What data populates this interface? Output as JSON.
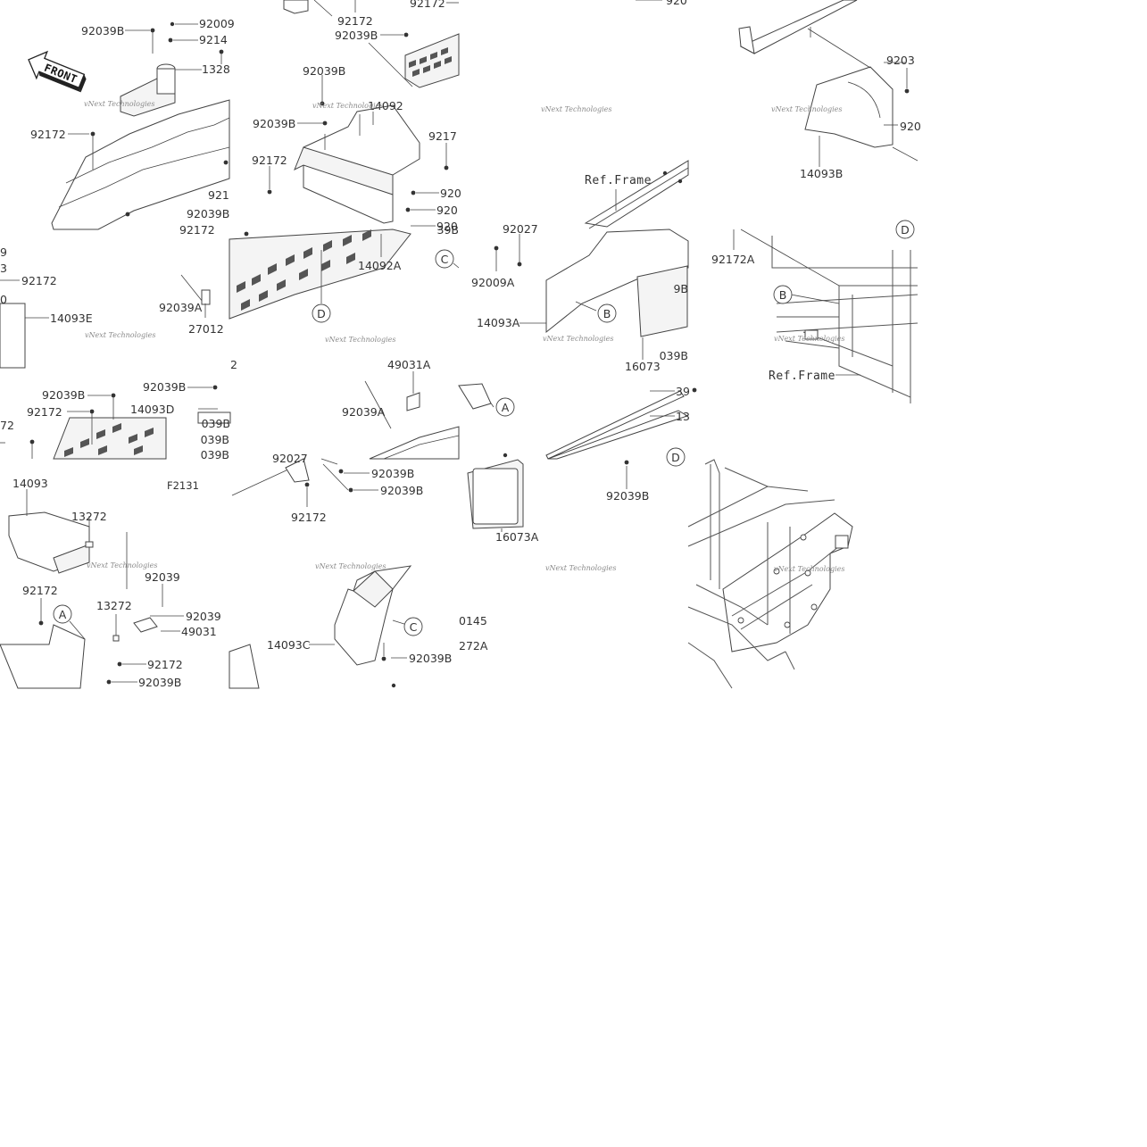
{
  "front_label": "FRONT",
  "figure_code": "F2131",
  "watermark": "vNext Technologies",
  "reference_labels": {
    "ref_frame_1": "Ref.Frame",
    "ref_frame_2": "Ref.Frame"
  },
  "circle_markers": {
    "A_1": "A",
    "A_2": "A",
    "B_1": "B",
    "B_2": "B",
    "C_1": "C",
    "C_2": "C",
    "D_1": "D",
    "D_2": "D",
    "D_3": "D"
  },
  "part_labels": {
    "t1_92039B": "92039B",
    "t1_92009": "92009",
    "t1_9214": "9214",
    "t1_1328": "1328",
    "t1_92172": "92172",
    "t1_921": "921",
    "t1_92039B_b": "92039B",
    "t1_92172_b": "92172",
    "t2_92172_top": "92172",
    "t2_92172_a": "92172",
    "t2_92039B_a": "92039B",
    "t2_92039B_b": "92039B",
    "t2_14092": "14092",
    "t2_92039B_c": "92039B",
    "t2_9217": "9217",
    "t2_92172_c": "92172",
    "t2_920_a": "920",
    "t2_920_b": "920",
    "t2_920_c": "920",
    "t3_920": "920",
    "t3_ref": "Ref.Frame",
    "t4_9203": "9203",
    "t4_920": "920",
    "t4_14093B": "14093B",
    "t5_9": "9",
    "t5_3": "3",
    "t5_92172": "92172",
    "t5_0": "0",
    "t5_14093E": "14093E",
    "t5_92039A": "92039A",
    "t5_27012": "27012",
    "t5_92039B": "92039B",
    "t5_92172_b": "92172",
    "t5_72": "72",
    "t5_92039B_b": "92039B",
    "t5_14093D": "14093D",
    "t5_039B_a": "039B",
    "t5_039B_b": "039B",
    "t5_039B_c": "039B",
    "t6_14092A": "14092A",
    "t6_39B": "39B",
    "t6_2": "2",
    "t6_49031A": "49031A",
    "t6_92039A": "92039A",
    "t6_92027": "92027",
    "t7_92027": "92027",
    "t7_92009A": "92009A",
    "t7_14093A": "14093A",
    "t7_9B": "9B",
    "t7_16073": "16073",
    "t7_039B": "039B",
    "t7_39": "39",
    "t7_13": "13",
    "t8_92172A": "92172A",
    "t8_ref": "Ref.Frame",
    "t9_14093": "14093",
    "t9_13272": "13272",
    "t9_92172": "92172",
    "t9_92039": "92039",
    "t9_13272_b": "13272",
    "t9_92039_b": "92039",
    "t9_49031": "49031",
    "t9_92172_b": "92172",
    "t9_92039B": "92039B",
    "t10_92039B_a": "92039B",
    "t10_92039B_b": "92039B",
    "t10_92172": "92172",
    "t10_14093C": "14093C",
    "t10_92039B_c": "92039B",
    "t11_16073A": "16073A",
    "t11_0145": "0145",
    "t11_272A": "272A",
    "t12_92039B": "92039B"
  }
}
